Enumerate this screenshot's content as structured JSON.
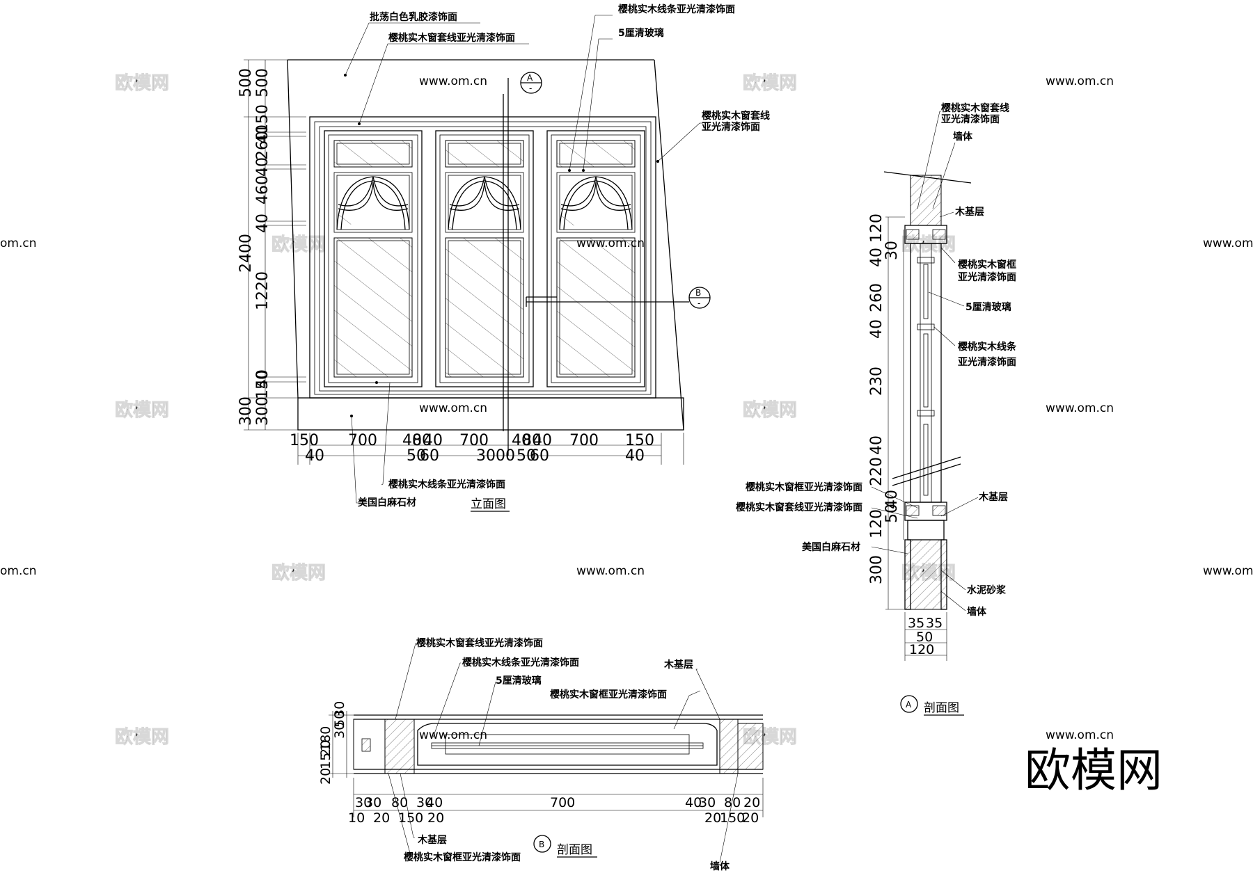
{
  "watermark": {
    "brand": "欧模网",
    "url": "www.om.cn",
    "url_fragment": "om.cn"
  },
  "elevation": {
    "title": "立面图",
    "section_a_marker": "A",
    "section_b_marker": "B",
    "marker_dash": "-",
    "labels": {
      "wall_finish": "批荡白色乳胶漆饰面",
      "frame_casing": "樱桃实木窗套线亚光清漆饰面",
      "wood_molding_top": "樱桃实木线条亚光清漆饰面",
      "glass": "5厘清玻璃",
      "casing_right_1": "樱桃实木窗套线",
      "casing_right_2": "亚光清漆饰面",
      "wood_molding_bottom": "樱桃实木线条亚光清漆饰面",
      "stone": "美国白麻石材"
    },
    "dims_left_outer": [
      "500",
      "2400",
      "300"
    ],
    "dims_left_inner": [
      "500",
      "150",
      "40",
      "260",
      "40",
      "460",
      "40",
      "1220",
      "40",
      "150",
      "300"
    ],
    "dims_bottom_top": [
      "150",
      "700",
      "40",
      "80",
      "40",
      "700",
      "40",
      "80",
      "40",
      "700",
      "150"
    ],
    "dims_bottom_mid": [
      "40",
      "50",
      "60",
      "3000",
      "50",
      "60",
      "40"
    ]
  },
  "section_a": {
    "marker": "A",
    "title": "剖面图",
    "labels": {
      "casing_1": "樱桃实木窗套线",
      "casing_2": "亚光清漆饰面",
      "wall_top": "墙体",
      "wood_base_top": "木基层",
      "frame_1": "樱桃实木窗框",
      "frame_2": "亚光清漆饰面",
      "glass": "5厘清玻璃",
      "molding_1": "樱桃实木线条",
      "molding_2": "亚光清漆饰面",
      "frame_left": "樱桃实木窗框亚光清漆饰面",
      "casing_left": "樱桃实木窗套线亚光清漆饰面",
      "wood_base_bottom": "木基层",
      "stone": "美国白麻石材",
      "mortar": "水泥砂浆",
      "wall_bottom": "墙体"
    },
    "dims_vertical": [
      "120",
      "40",
      "30",
      "260",
      "40",
      "230",
      "40",
      "220",
      "40",
      "50",
      "120",
      "300"
    ],
    "dims_bottom": [
      "35",
      "35",
      "50",
      "120"
    ]
  },
  "section_b": {
    "marker": "B",
    "title": "剖面图",
    "labels": {
      "casing": "樱桃实木窗套线亚光清漆饰面",
      "molding": "樱桃实木线条亚光清漆饰面",
      "glass": "5厘清玻璃",
      "wood_base_top": "木基层",
      "frame_top": "樱桃实木窗框亚光清漆饰面",
      "wood_base_bottom": "木基层",
      "frame_bottom": "樱桃实木窗框亚光清漆饰面",
      "wall": "墙体"
    },
    "dims_left": [
      "180",
      "20",
      "15",
      "20",
      "30",
      "50",
      "30"
    ],
    "dims_bottom_top": [
      "30",
      "30",
      "80",
      "30",
      "40",
      "700",
      "40",
      "30",
      "80",
      "20"
    ],
    "dims_bottom_bottom": [
      "10",
      "20",
      "150",
      "20",
      "20",
      "150",
      "20"
    ]
  },
  "big_brand": "欧模网"
}
